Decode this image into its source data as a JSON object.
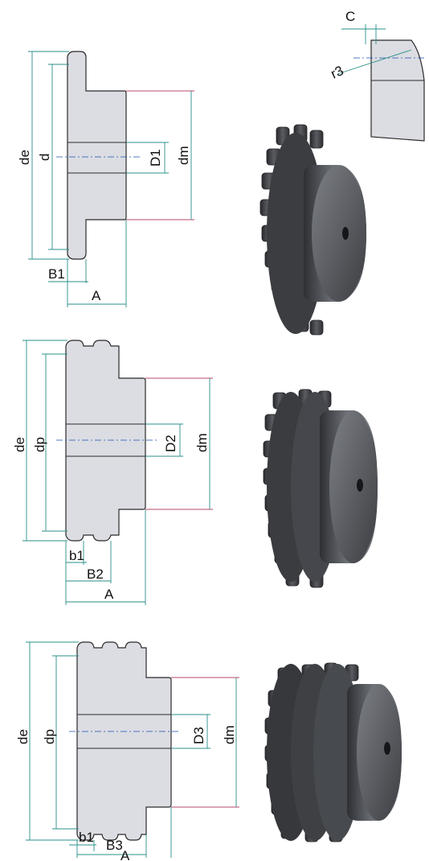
{
  "detail": {
    "c_label": "C",
    "r_label": "r3"
  },
  "simplex": {
    "de": "de",
    "d": "d",
    "D1": "D1",
    "dm": "dm",
    "B1": "B1",
    "A": "A"
  },
  "duplex": {
    "de": "de",
    "dp": "dp",
    "D2": "D2",
    "dm": "dm",
    "b1": "b1",
    "B2": "B2",
    "A": "A"
  },
  "triplex": {
    "de": "de",
    "dp": "dp",
    "D3": "D3",
    "dm": "dm",
    "b1": "b1",
    "B3": "B3",
    "A": "A"
  },
  "colors": {
    "dimension_line": "#2a8f8a",
    "accent_line": "#b84a6a",
    "part_fill": "#dcdde3",
    "render_metal": "#4a4c50"
  }
}
